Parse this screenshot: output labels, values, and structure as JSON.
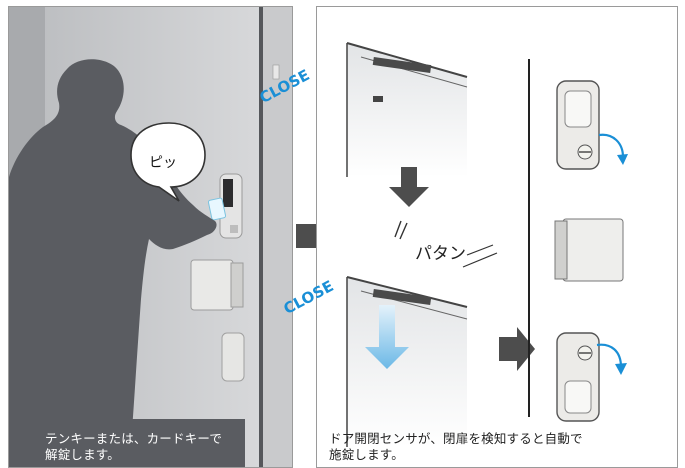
{
  "left_panel": {
    "bubble_text": "ピッ",
    "caption_line1": "テンキーまたは、カードキーで",
    "caption_line2": "解錠します。"
  },
  "right_panel": {
    "sound_text": "パタン",
    "close_label_top": "CLOSE",
    "close_label_bottom": "CLOSE",
    "caption_line1": "ドア開閉センサが、閉扉を検知すると自動で",
    "caption_line2": "施錠します。"
  },
  "colors": {
    "accent_blue": "#1a8fd6",
    "arrow_gray": "#4d4d4d",
    "silhouette": "#5a5c61"
  }
}
